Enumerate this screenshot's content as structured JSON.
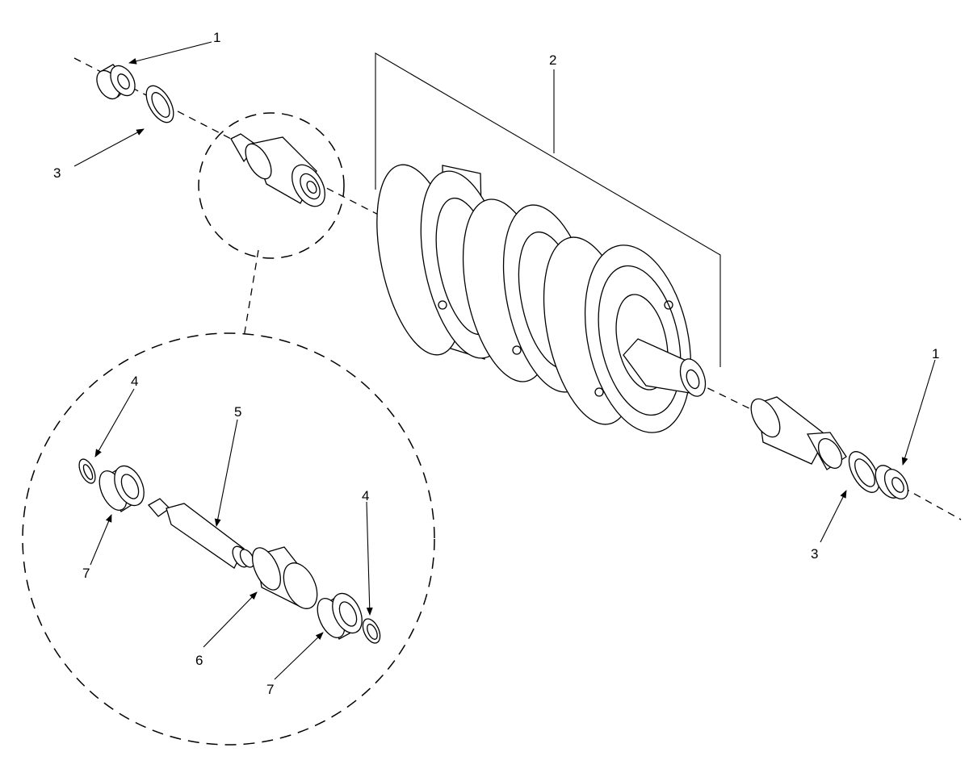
{
  "callouts": {
    "c1_top_left": "1",
    "c3_top_left": "3",
    "c2_top": "2",
    "c1_right": "1",
    "c3_right": "3",
    "c4_left": "4",
    "c5": "5",
    "c4_right": "4",
    "c7_left": "7",
    "c6": "6",
    "c7_bottom": "7"
  },
  "icons": {
    "arrowhead": "arrowhead-icon"
  },
  "colors": {
    "ink": "#000000",
    "paper": "#ffffff"
  }
}
